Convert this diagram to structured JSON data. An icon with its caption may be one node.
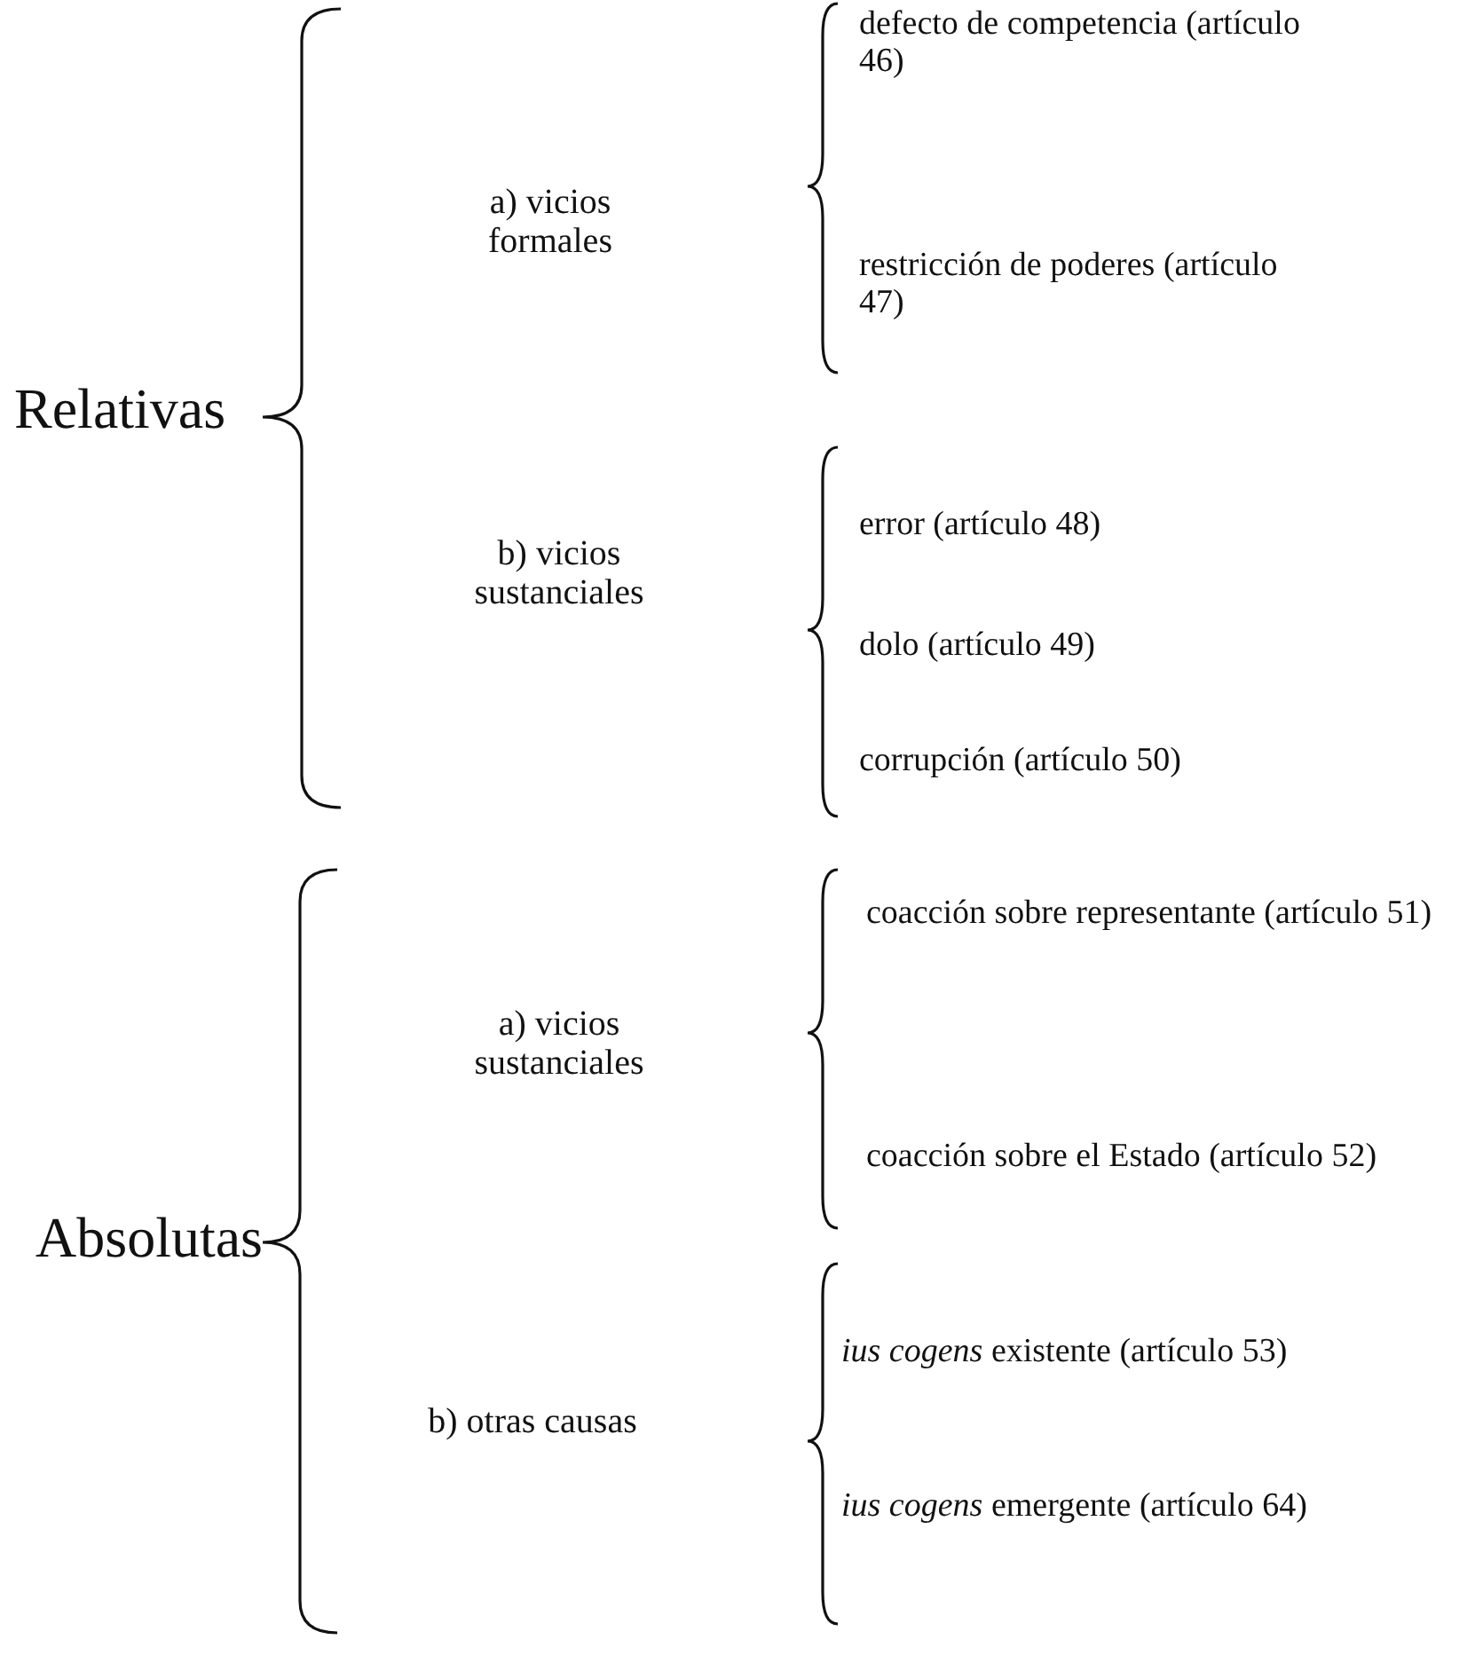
{
  "diagram": {
    "labels": [
      "Relativas",
      "a) vicios formales",
      "defecto de competencia (artículo 46)",
      "restricción de poderes (artículo 47)",
      "b) vicios sustanciales",
      "error (artículo 48)",
      "dolo (artículo 49)",
      "corrupción (artículo 50)",
      "Absolutas",
      "a) vicios sustanciales",
      "coacción sobre representante (artículo 51)",
      "coacción sobre el Estado (artículo 52)",
      "b) otras causas",
      "*ius cogens* existente (artículo 53)",
      "*ius cogens* emergente (artículo 64)"
    ]
  }
}
